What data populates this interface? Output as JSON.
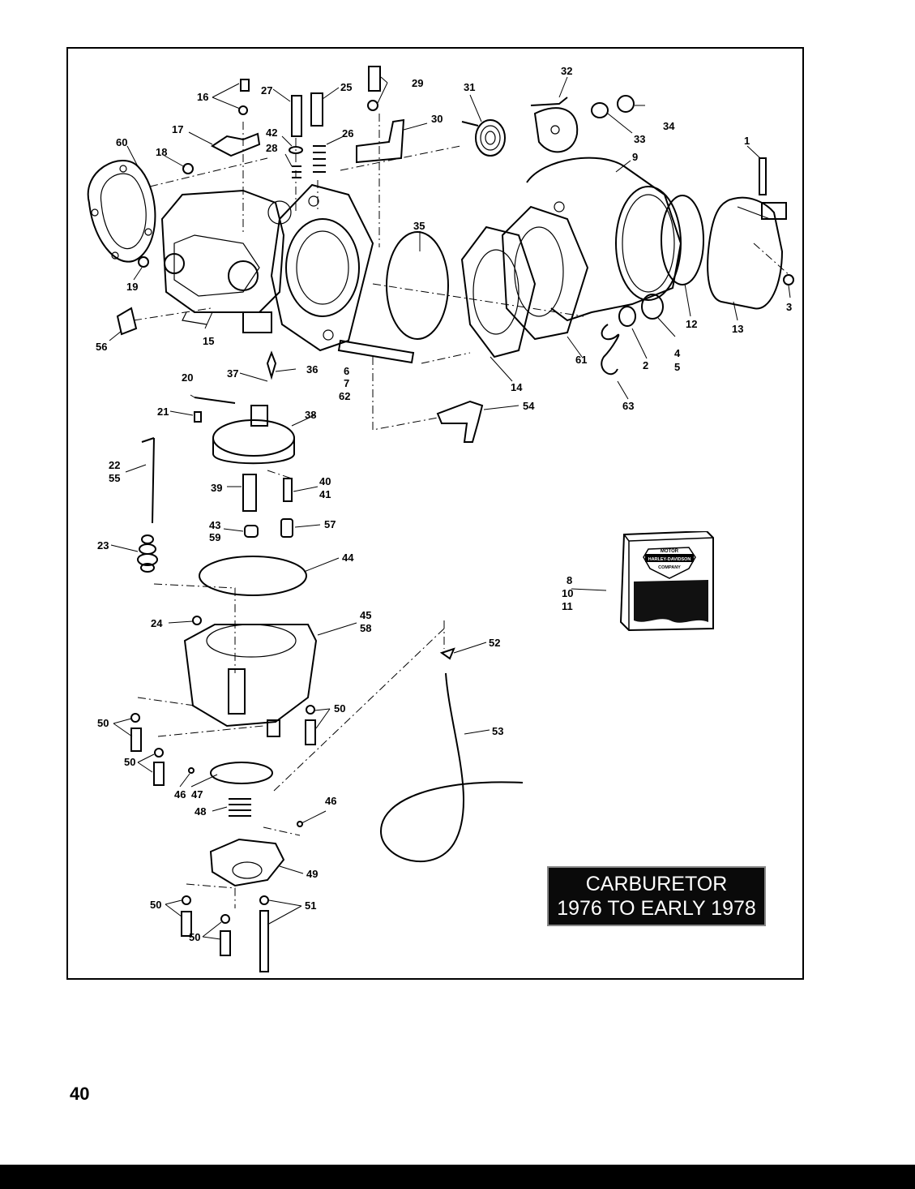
{
  "title": {
    "line1": "CARBURETOR",
    "line2": "1976 TO EARLY 1978"
  },
  "page_number": "40",
  "kit_emblem": {
    "top": "MOTOR",
    "middle": "HARLEY-DAVIDSON",
    "bottom": "COMPANY"
  },
  "callouts": [
    "1",
    "2",
    "3",
    "4",
    "5",
    "6",
    "7",
    "8",
    "9",
    "10",
    "11",
    "12",
    "13",
    "14",
    "15",
    "16",
    "17",
    "18",
    "19",
    "20",
    "21",
    "22",
    "23",
    "24",
    "25",
    "26",
    "27",
    "28",
    "29",
    "30",
    "31",
    "32",
    "33",
    "34",
    "35",
    "36",
    "37",
    "38",
    "39",
    "40",
    "41",
    "42",
    "43",
    "44",
    "45",
    "46",
    "47",
    "48",
    "49",
    "50",
    "51",
    "52",
    "53",
    "54",
    "55",
    "56",
    "57",
    "58",
    "59",
    "60",
    "61",
    "62",
    "63"
  ]
}
